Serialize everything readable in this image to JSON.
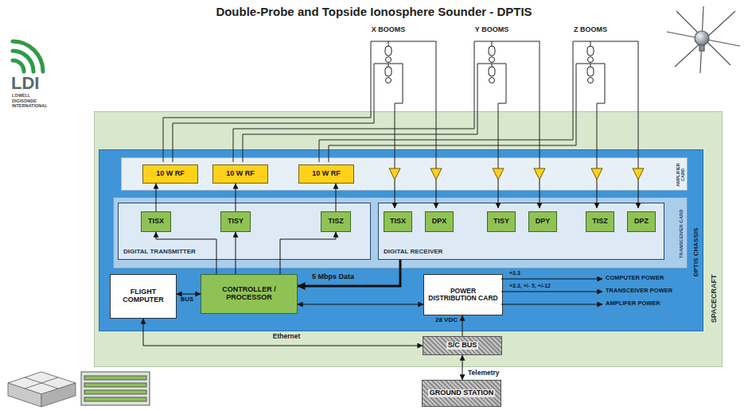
{
  "diagram": {
    "title": "Double-Probe and Topside Ionosphere Sounder - DPTIS",
    "nodes": [
      {
        "text": [
          "SPACECRAFT"
        ]
      },
      {
        "text": [
          "DPTIS CHASSIS"
        ],
        "in": 0
      },
      {
        "text": [
          "AMPLIFIER CARD"
        ],
        "in": 1
      },
      {
        "text": [
          "10 W RF"
        ],
        "in": 2
      },
      {
        "text": [
          "10 W RF"
        ],
        "in": 2
      },
      {
        "text": [
          "10 W RF"
        ],
        "in": 2
      },
      {
        "text": [
          "TRANSCEIVER CARD"
        ],
        "in": 1
      },
      {
        "text": [
          "DIGITAL TRANSMITTER"
        ],
        "in": 6
      },
      {
        "text": [
          "TISX"
        ],
        "in": 7
      },
      {
        "text": [
          "TISY"
        ],
        "in": 7
      },
      {
        "text": [
          "TISZ"
        ],
        "in": 7
      },
      {
        "text": [
          "DIGITAL RECEIVER"
        ],
        "in": 6
      },
      {
        "text": [
          "TISX"
        ],
        "in": 11
      },
      {
        "text": [
          "DPX"
        ],
        "in": 11
      },
      {
        "text": [
          "TISY"
        ],
        "in": 11
      },
      {
        "text": [
          "DPY"
        ],
        "in": 11
      },
      {
        "text": [
          "TISZ"
        ],
        "in": 11
      },
      {
        "text": [
          "DPZ"
        ],
        "in": 11
      },
      {
        "text": [
          "FLIGHT COMPUTER"
        ],
        "in": 1
      },
      {
        "text": [
          "CONTROLLER / PROCESSOR"
        ],
        "in": 1
      },
      {
        "text": [
          "POWER DISTRIBUTION CARD"
        ],
        "in": 1
      },
      {
        "text": [
          "S/C BUS"
        ],
        "in": 0
      },
      {
        "text": [
          "GROUND STATION"
        ]
      }
    ],
    "edges": [
      {
        "from": 8,
        "to": 3,
        "arrow": "to"
      },
      {
        "from": 9,
        "to": 4,
        "arrow": "to"
      },
      {
        "from": 10,
        "to": 5,
        "arrow": "to"
      },
      {
        "from": 19,
        "to": 8,
        "arrow": "to"
      },
      {
        "from": 19,
        "to": 9,
        "arrow": "to"
      },
      {
        "from": 19,
        "to": 10,
        "arrow": "to"
      },
      {
        "from": 11,
        "to": 19,
        "label": "5 Mbps Data",
        "arrow": "to"
      },
      {
        "from": 18,
        "to": 19,
        "label": "BUS",
        "arrow": "both"
      },
      {
        "from": 19,
        "to": 20,
        "arrow": "both"
      },
      {
        "from": 21,
        "to": 20,
        "label": "28 VDC",
        "arrow": "to"
      },
      {
        "from": 18,
        "to": 21,
        "label": "Ethernet",
        "arrow": "both"
      },
      {
        "from": 21,
        "to": 22,
        "label": "Telemetry",
        "arrow": "both"
      }
    ],
    "labels": [
      "LDI",
      "LOWELL",
      "DIGISONDE",
      "INTERNATIONAL",
      "X BOOMS",
      "Y BOOMS",
      "Z BOOMS",
      "+3.3",
      "COMPUTER POWER",
      "+3.3, +/- 5, +/-12",
      "TRANSCEIVER POWER",
      "AMPLIFER POWER"
    ]
  }
}
